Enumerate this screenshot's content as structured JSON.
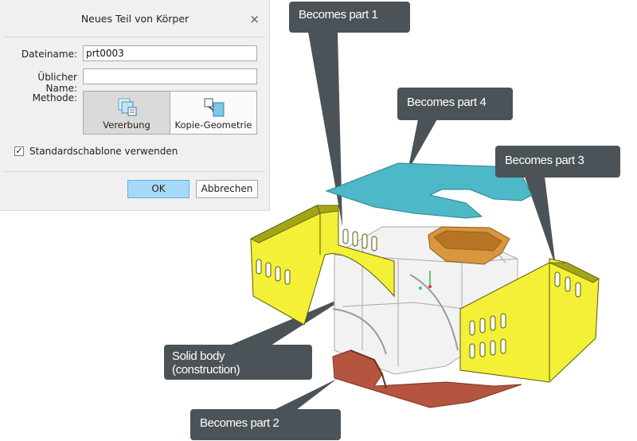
{
  "dialog": {
    "title": "Neues Teil von Körper",
    "close_glyph": "×",
    "file_name_label": "Dateiname:",
    "file_name_value": "prt0003",
    "common_name_label": "Üblicher Name:",
    "common_name_value": "",
    "method_label": "Methode:",
    "method_options": [
      {
        "label": "Vererbung",
        "icon": "inheritance-icon",
        "selected": true
      },
      {
        "label": "Kopie-Geometrie",
        "icon": "copy-geometry-icon",
        "selected": false
      }
    ],
    "use_default_template_label": "Standardschablone verwenden",
    "use_default_template_checked": true,
    "check_glyph": "✓",
    "ok_label": "OK",
    "cancel_label": "Abbrechen"
  },
  "callouts": {
    "part1": "Becomes part 1",
    "part4": "Becomes part 4",
    "part3": "Becomes part 3",
    "solid_body_line1": "Solid body",
    "solid_body_line2": "(construction)",
    "part2": "Becomes part 2"
  },
  "colors": {
    "dialog_bg": "#f0f0f0",
    "ok_button": "#a6d9f7",
    "callout_bg": "#4b5358",
    "part1_yellow": "#f3f037",
    "part3_yellow": "#f3f037",
    "part4_teal": "#4cb8c8",
    "part2_brick": "#b5553f",
    "lid_orange": "#d8963e",
    "solid_body": "#eeeeee"
  }
}
